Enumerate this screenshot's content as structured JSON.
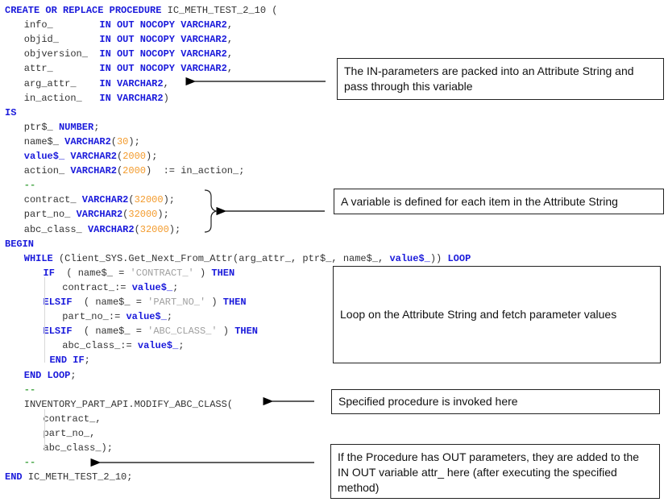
{
  "code": {
    "lines": [
      {
        "indent": 0,
        "tokens": [
          [
            "kw",
            "CREATE OR REPLACE PROCEDURE"
          ],
          [
            "",
            "IC_METH_TEST_2_10 ("
          ]
        ]
      },
      {
        "indent": 3,
        "tokens": [
          [
            "",
            "info_        "
          ],
          [
            "kw",
            "IN OUT NOCOPY VARCHAR2"
          ],
          [
            "",
            ","
          ]
        ]
      },
      {
        "indent": 3,
        "tokens": [
          [
            "",
            "objid_       "
          ],
          [
            "kw",
            "IN OUT NOCOPY VARCHAR2"
          ],
          [
            "",
            ","
          ]
        ]
      },
      {
        "indent": 3,
        "tokens": [
          [
            "",
            "objversion_  "
          ],
          [
            "kw",
            "IN OUT NOCOPY VARCHAR2"
          ],
          [
            "",
            ","
          ]
        ]
      },
      {
        "indent": 3,
        "tokens": [
          [
            "",
            "attr_        "
          ],
          [
            "kw",
            "IN OUT NOCOPY VARCHAR2"
          ],
          [
            "",
            ","
          ]
        ]
      },
      {
        "indent": 3,
        "tokens": [
          [
            "",
            "arg_attr_    "
          ],
          [
            "kw",
            "IN VARCHAR2"
          ],
          [
            "",
            ","
          ]
        ]
      },
      {
        "indent": 3,
        "tokens": [
          [
            "",
            "in_action_   "
          ],
          [
            "kw",
            "IN VARCHAR2"
          ],
          [
            "",
            ")"
          ]
        ]
      },
      {
        "indent": 0,
        "tokens": [
          [
            "kw",
            "IS"
          ]
        ]
      },
      {
        "indent": 3,
        "tokens": [
          [
            "",
            "ptr$_ "
          ],
          [
            "kw",
            "NUMBER"
          ],
          [
            "",
            ";"
          ]
        ]
      },
      {
        "indent": 3,
        "tokens": [
          [
            "",
            "name$_ "
          ],
          [
            "kw",
            "VARCHAR2"
          ],
          [
            "",
            "("
          ],
          [
            "num",
            "30"
          ],
          [
            "",
            ");"
          ]
        ]
      },
      {
        "indent": 3,
        "tokens": [
          [
            "kw",
            "value$_"
          ],
          [
            "",
            " "
          ],
          [
            "kw",
            "VARCHAR2"
          ],
          [
            "",
            "("
          ],
          [
            "num",
            "2000"
          ],
          [
            "",
            ");"
          ]
        ]
      },
      {
        "indent": 3,
        "tokens": [
          [
            "",
            "action_ "
          ],
          [
            "kw",
            "VARCHAR2"
          ],
          [
            "",
            "("
          ],
          [
            "num",
            "2000"
          ],
          [
            "",
            ")  := in_action_;"
          ]
        ]
      },
      {
        "indent": 3,
        "tokens": [
          [
            "cmt",
            "--"
          ]
        ]
      },
      {
        "indent": 3,
        "tokens": [
          [
            "",
            "contract_ "
          ],
          [
            "kw",
            "VARCHAR2"
          ],
          [
            "",
            "("
          ],
          [
            "num",
            "32000"
          ],
          [
            "",
            ");"
          ]
        ]
      },
      {
        "indent": 3,
        "tokens": [
          [
            "",
            "part_no_ "
          ],
          [
            "kw",
            "VARCHAR2"
          ],
          [
            "",
            "("
          ],
          [
            "num",
            "32000"
          ],
          [
            "",
            ");"
          ]
        ]
      },
      {
        "indent": 3,
        "tokens": [
          [
            "",
            "abc_class_ "
          ],
          [
            "kw",
            "VARCHAR2"
          ],
          [
            "",
            "("
          ],
          [
            "num",
            "32000"
          ],
          [
            "",
            ");"
          ]
        ]
      },
      {
        "indent": 0,
        "tokens": [
          [
            "kw",
            "BEGIN"
          ]
        ]
      },
      {
        "indent": 3,
        "tokens": [
          [
            "kw",
            "WHILE"
          ],
          [
            "",
            " (Client_SYS.Get_Next_From_Attr(arg_attr_, ptr$_, name$_, "
          ],
          [
            "kw",
            "value$_"
          ],
          [
            "",
            "))"
          ],
          [
            "kw",
            " LOOP"
          ]
        ]
      },
      {
        "indent": 6,
        "tokens": [
          [
            "kw",
            "IF"
          ],
          [
            "",
            "  ( name$_ = "
          ],
          [
            "str",
            "'CONTRACT_'"
          ],
          [
            "",
            " ) "
          ],
          [
            "kw",
            "THEN"
          ]
        ]
      },
      {
        "indent": 9,
        "tokens": [
          [
            "",
            "contract_:= "
          ],
          [
            "kw",
            "value$_"
          ],
          [
            "",
            ";"
          ]
        ]
      },
      {
        "indent": 6,
        "tokens": [
          [
            "kw",
            "ELSIF"
          ],
          [
            "",
            "  ( name$_ = "
          ],
          [
            "str",
            "'PART_NO_'"
          ],
          [
            "",
            " ) "
          ],
          [
            "kw",
            "THEN"
          ]
        ]
      },
      {
        "indent": 9,
        "tokens": [
          [
            "",
            "part_no_:= "
          ],
          [
            "kw",
            "value$_"
          ],
          [
            "",
            ";"
          ]
        ]
      },
      {
        "indent": 6,
        "tokens": [
          [
            "kw",
            "ELSIF"
          ],
          [
            "",
            "  ( name$_ = "
          ],
          [
            "str",
            "'ABC_CLASS_'"
          ],
          [
            "",
            " ) "
          ],
          [
            "kw",
            "THEN"
          ]
        ]
      },
      {
        "indent": 9,
        "tokens": [
          [
            "",
            "abc_class_:= "
          ],
          [
            "kw",
            "value$_"
          ],
          [
            "",
            ";"
          ]
        ]
      },
      {
        "indent": 7,
        "tokens": [
          [
            "kw",
            "END IF"
          ],
          [
            "",
            ";"
          ]
        ]
      },
      {
        "indent": 3,
        "tokens": [
          [
            "kw",
            "END LOOP"
          ],
          [
            "",
            ";"
          ]
        ]
      },
      {
        "indent": 3,
        "tokens": [
          [
            "cmt",
            "--"
          ]
        ]
      },
      {
        "indent": 3,
        "tokens": [
          [
            "",
            "INVENTORY_PART_API.MODIFY_ABC_CLASS("
          ]
        ]
      },
      {
        "indent": 6,
        "tokens": [
          [
            "",
            "contract_,"
          ]
        ]
      },
      {
        "indent": 6,
        "tokens": [
          [
            "",
            "part_no_,"
          ]
        ]
      },
      {
        "indent": 6,
        "tokens": [
          [
            "",
            "abc_class_);"
          ]
        ]
      },
      {
        "indent": 3,
        "tokens": [
          [
            "cmt",
            "--"
          ]
        ]
      },
      {
        "indent": 0,
        "tokens": [
          [
            "kw",
            "END"
          ],
          [
            "",
            " IC_METH_TEST_2_10;"
          ]
        ]
      }
    ]
  },
  "annotations": [
    {
      "id": "in-params",
      "text": "The IN-parameters are packed into an Attribute String and pass through this variable"
    },
    {
      "id": "variables",
      "text": "A variable is defined for each item in the Attribute String"
    },
    {
      "id": "loop",
      "text": "Loop on the Attribute String and fetch parameter values"
    },
    {
      "id": "invoke",
      "text": "Specified procedure is invoked here"
    },
    {
      "id": "out-params",
      "text": "If the Procedure has OUT parameters, they are added to the IN OUT variable attr_ here (after executing the specified method)"
    }
  ],
  "colors": {
    "keyword": "#1a1adb",
    "number": "#f39a2b",
    "string": "#a0a0a0",
    "comment": "#4aa84a",
    "text": "#333333"
  }
}
